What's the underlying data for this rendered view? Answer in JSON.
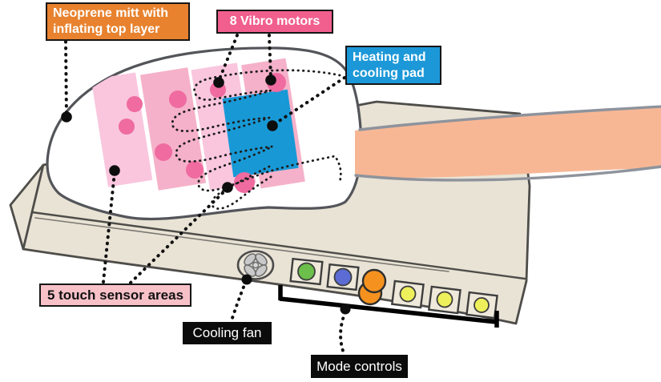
{
  "figure": {
    "description": "Annotated sketch of a haptic feedback mitt device on a base unit with a user's arm inserted",
    "labels": {
      "neoprene_mitt": {
        "line1": "Neoprene mitt with",
        "line2": "inflating top layer",
        "bg_color": "#e8822e",
        "text_color": "#ffffff"
      },
      "vibro_motors": {
        "text": "8 Vibro motors",
        "bg_color": "#f15f8f",
        "text_color": "#ffffff"
      },
      "heating_cooling_pad": {
        "line1": "Heating and",
        "line2": "cooling pad",
        "bg_color": "#1c98d8",
        "text_color": "#ffffff"
      },
      "touch_sensors": {
        "text": "5 touch sensor areas",
        "bg_color": "#f8c1c8",
        "text_color": "#111111"
      },
      "cooling_fan": {
        "text": "Cooling fan",
        "bg_color": "#0b0b0b",
        "text_color": "#ffffff"
      },
      "mode_controls": {
        "text": "Mode controls",
        "bg_color": "#0b0b0b",
        "text_color": "#ffffff"
      }
    },
    "device_colors": {
      "base": "#e9e3d5",
      "mitt": "#ffffff",
      "sensor_strip_light": "#f9c6de",
      "sensor_strip_dark": "#f5b1c9",
      "vibro_motor": "#ef6ba0",
      "heat_pad": "#1899d6",
      "arm_skin": "#f7b795",
      "button_green": "#6cbf4a",
      "button_blue": "#5b6cd4",
      "knob_orange": "#f5921f",
      "button_yellow": "#eef05b"
    }
  }
}
